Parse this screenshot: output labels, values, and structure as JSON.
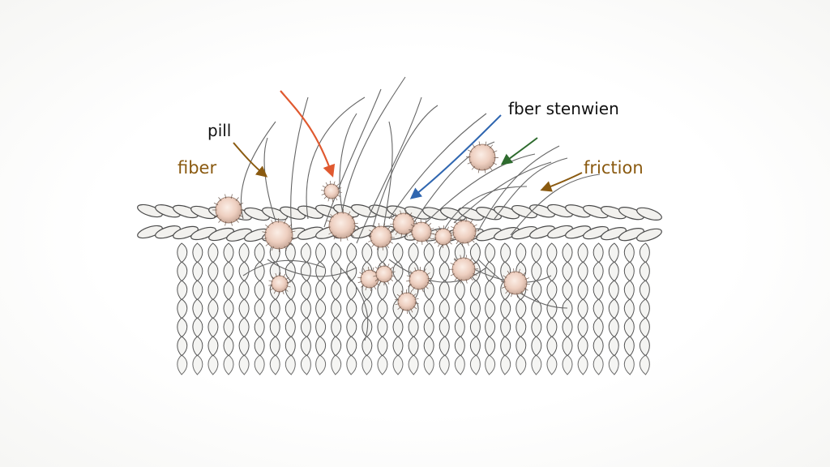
{
  "diagram": {
    "labels": {
      "pill": "pill",
      "fiber": "fiber",
      "fiber_strand": "fber stenwien",
      "friction": "friction"
    },
    "colors": {
      "pill_text": "#111111",
      "fiber_text": "#8a5a10",
      "fiber_strand_text": "#111111",
      "friction_text": "#8a5a10",
      "arrow_red": "#e0592f",
      "arrow_blue": "#2f66b0",
      "arrow_green": "#2e6b2e",
      "arrow_brown": "#8a5a10",
      "sketch_line": "#555555"
    },
    "icons": [
      "arrow-icon",
      "pill-icon"
    ]
  }
}
